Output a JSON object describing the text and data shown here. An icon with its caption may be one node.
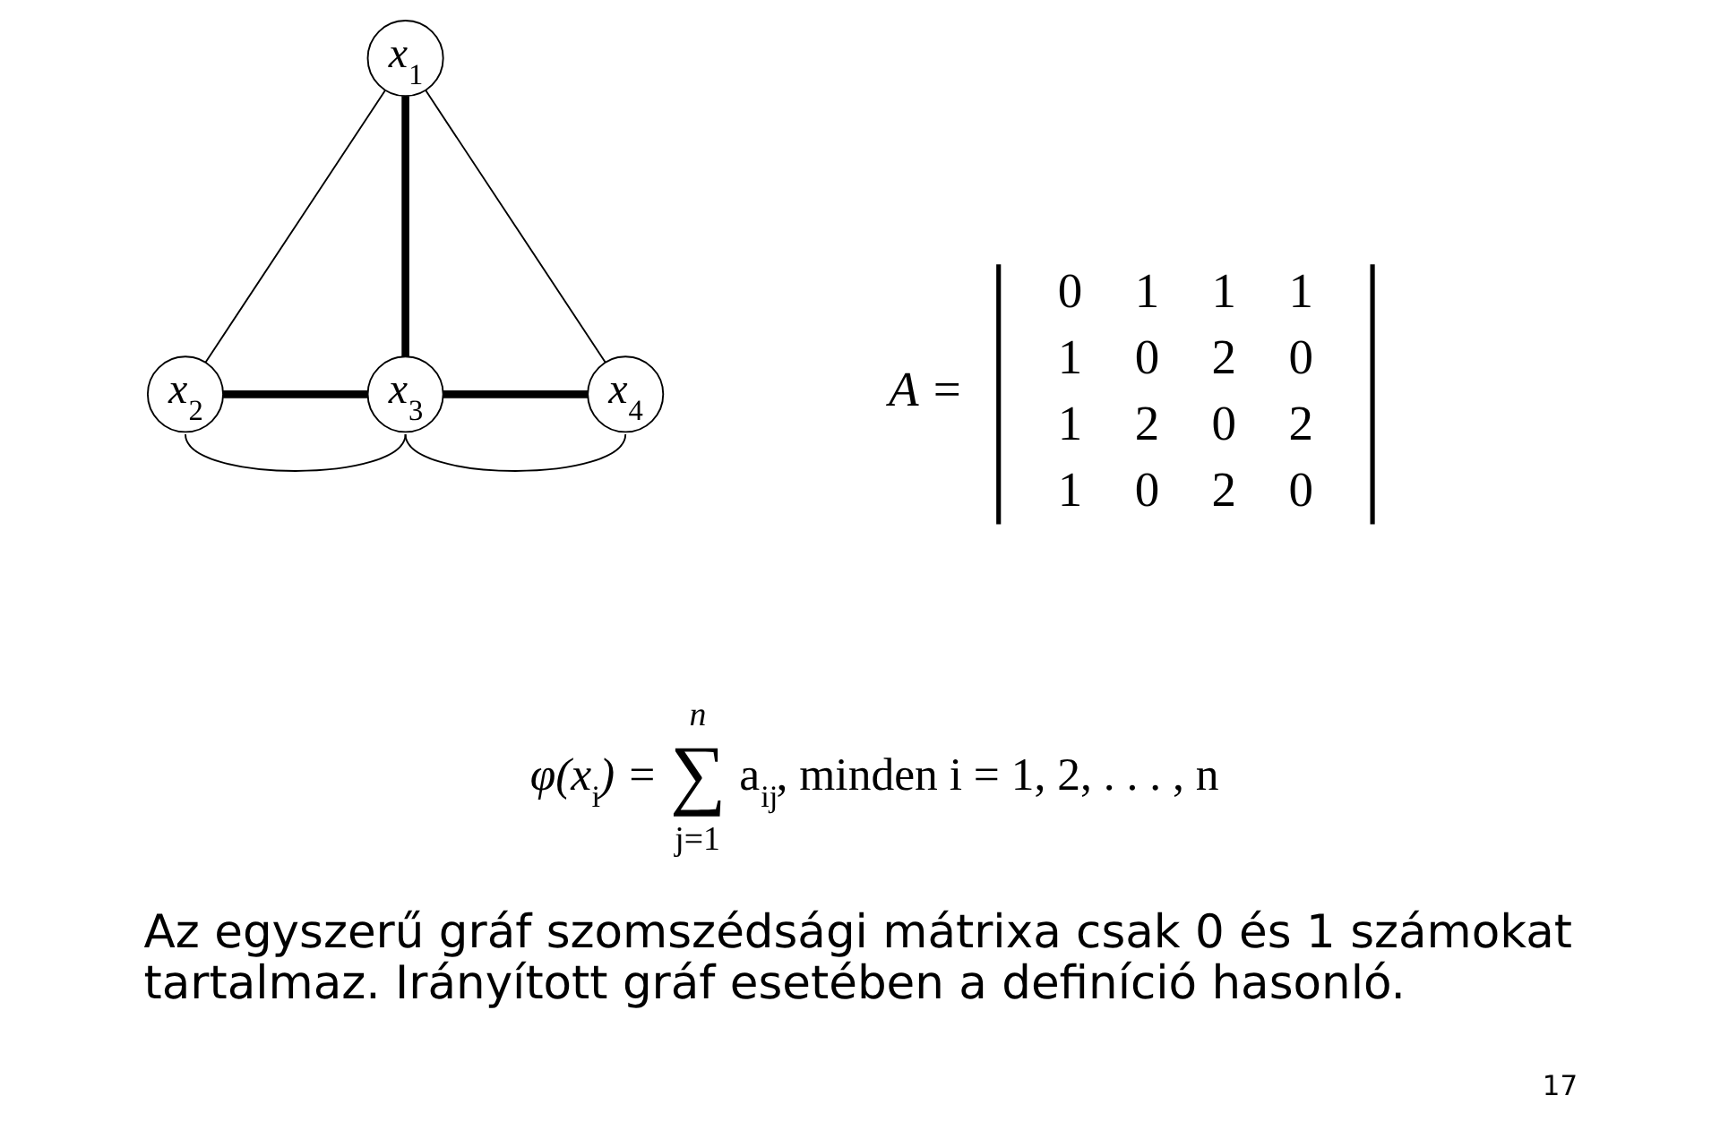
{
  "diagram": {
    "nodes": [
      {
        "text": [
          "x$_{1}$"
        ]
      },
      {
        "text": [
          "x$_{2}$"
        ]
      },
      {
        "text": [
          "x$_{3}$"
        ]
      },
      {
        "text": [
          "x$_{4}$"
        ]
      }
    ],
    "edges": [
      {
        "from": 0,
        "to": 1,
        "arrow": "none"
      },
      {
        "from": 0,
        "to": 2,
        "arrow": "none",
        "style": "thick"
      },
      {
        "from": 0,
        "to": 3,
        "arrow": "none"
      },
      {
        "from": 1,
        "to": 2,
        "arrow": "none",
        "style": "thick"
      },
      {
        "from": 1,
        "to": 2,
        "arrow": "none"
      },
      {
        "from": 2,
        "to": 3,
        "arrow": "none",
        "style": "thick"
      },
      {
        "from": 2,
        "to": 3,
        "arrow": "none"
      }
    ],
    "labels": [
      "A =",
      "0",
      "1",
      "1",
      "1",
      "1",
      "0",
      "2",
      "0",
      "1",
      "2",
      "0",
      "2",
      "1",
      "0",
      "2",
      "0",
      "φ(x$_{i}$) =",
      "n",
      "∑",
      "j=1",
      "a$_{ij}$, minden i = 1, 2, . . . , n",
      "Az egyszerű gráf szomszédsági mátrixa csak 0 és 1 számokat tartalmaz. Irányított gráf esetében a definíció hasonló.",
      "17"
    ]
  }
}
